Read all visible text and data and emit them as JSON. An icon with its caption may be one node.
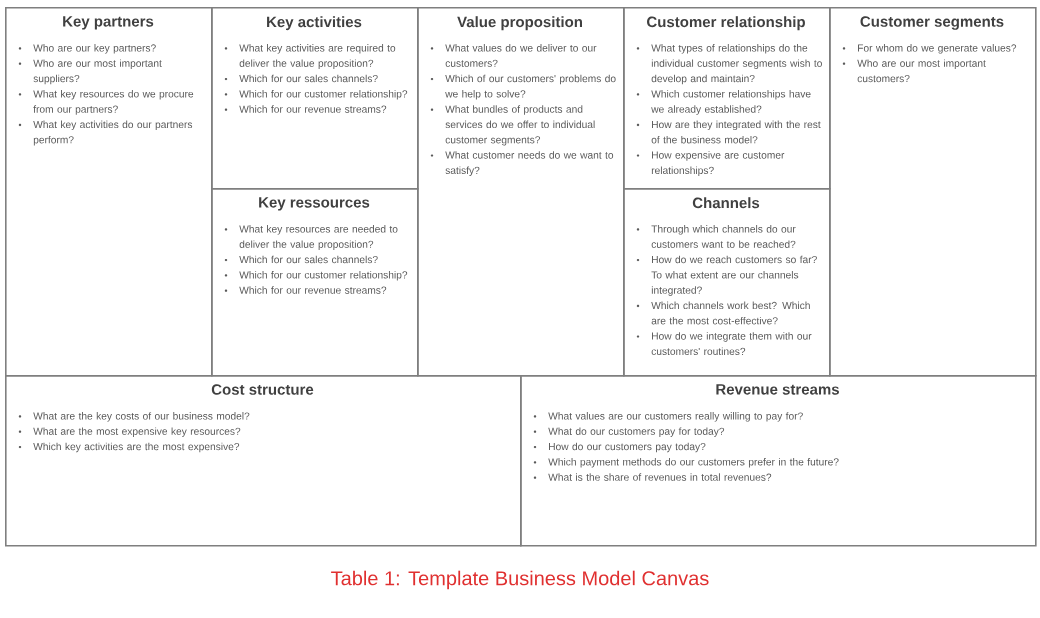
{
  "diagram": {
    "caption": "Table 1: Template Business Model Canvas",
    "nodes": [
      {
        "text": [
          "Key partners",
          "Who are our key partners?",
          "Who are our most important suppliers?",
          "What key resources do we procure from our partners?",
          "What key activities do our partners perform?"
        ]
      },
      {
        "text": [
          "Key activities",
          "What key activities are required to deliver the value proposition?",
          "Which for our sales channels?",
          "Which for our customer relationship?",
          "Which for our revenue streams?"
        ]
      },
      {
        "text": [
          "Key ressources",
          "What key resources are needed to deliver the value proposition?",
          "Which for our sales channels?",
          "Which for our customer relationship?",
          "Which for our revenue streams?"
        ]
      },
      {
        "text": [
          "Value proposition",
          "What values do we deliver to our customers?",
          "Which of our customers' problems do we help to solve?",
          "What bundles of products and services do we offer to individual customer segments?",
          "What customer needs do we want to satisfy?"
        ]
      },
      {
        "text": [
          "Customer relationship",
          "What types of relationships do the individual customer segments wish to develop and maintain?",
          "Which customer relationships have we already established?",
          "How are they integrated with the rest of the business model?",
          "How expensive are customer relationships?"
        ]
      },
      {
        "text": [
          "Channels",
          "Through which channels do our customers want to be reached?",
          "How do we reach customers so far? To what extent are our channels integrated?",
          "Which channels work best? Which are the most cost-effective?",
          "How do we integrate them with our customers' routines?"
        ]
      },
      {
        "text": [
          "Customer segments",
          "For whom do we generate values?",
          "Who are our most important customers?"
        ]
      },
      {
        "text": [
          "Cost structure",
          "What are the key costs of our business model?",
          "What are the most expensive key resources?",
          "Which key activities are the most expensive?"
        ]
      },
      {
        "text": [
          "Revenue streams",
          "What values are our customers really willing to pay for?",
          "What do our customers pay for today?",
          "How do our customers pay today?",
          "Which payment methods do our customers prefer in the future?",
          "What is the share of revenues in total revenues?"
        ]
      }
    ]
  }
}
